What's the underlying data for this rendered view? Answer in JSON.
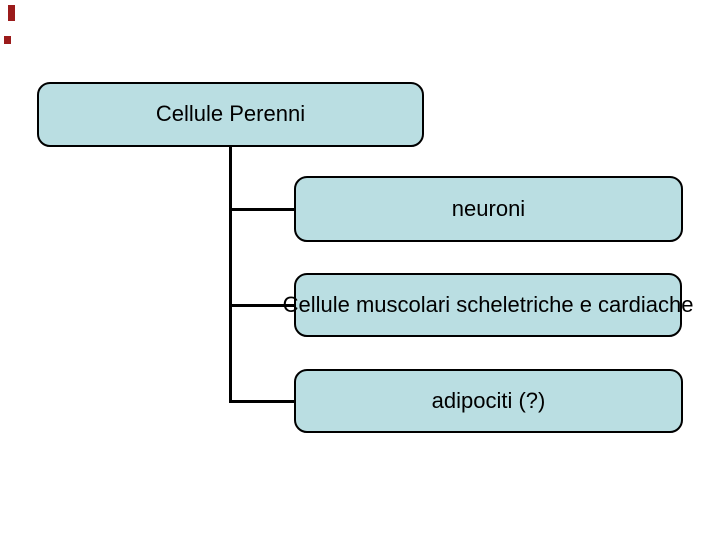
{
  "slide": {
    "background_color": "#ffffff",
    "corner_decorations": [
      {
        "icon": "red-corner-mark-icon",
        "color": "#9b1b1b"
      },
      {
        "icon": "red-corner-mark-icon",
        "color": "#9b1b1b"
      }
    ]
  },
  "diagram": {
    "type": "tree",
    "node_fill_color": "#badee2",
    "node_border_color": "#000000",
    "connector_color": "#000000",
    "text_color": "#000000",
    "root_label": "Cellule Perenni",
    "children": [
      {
        "label": "neuroni"
      },
      {
        "label": "Cellule muscolari scheletriche e cardiache"
      },
      {
        "label": "adipociti (?)"
      }
    ]
  }
}
